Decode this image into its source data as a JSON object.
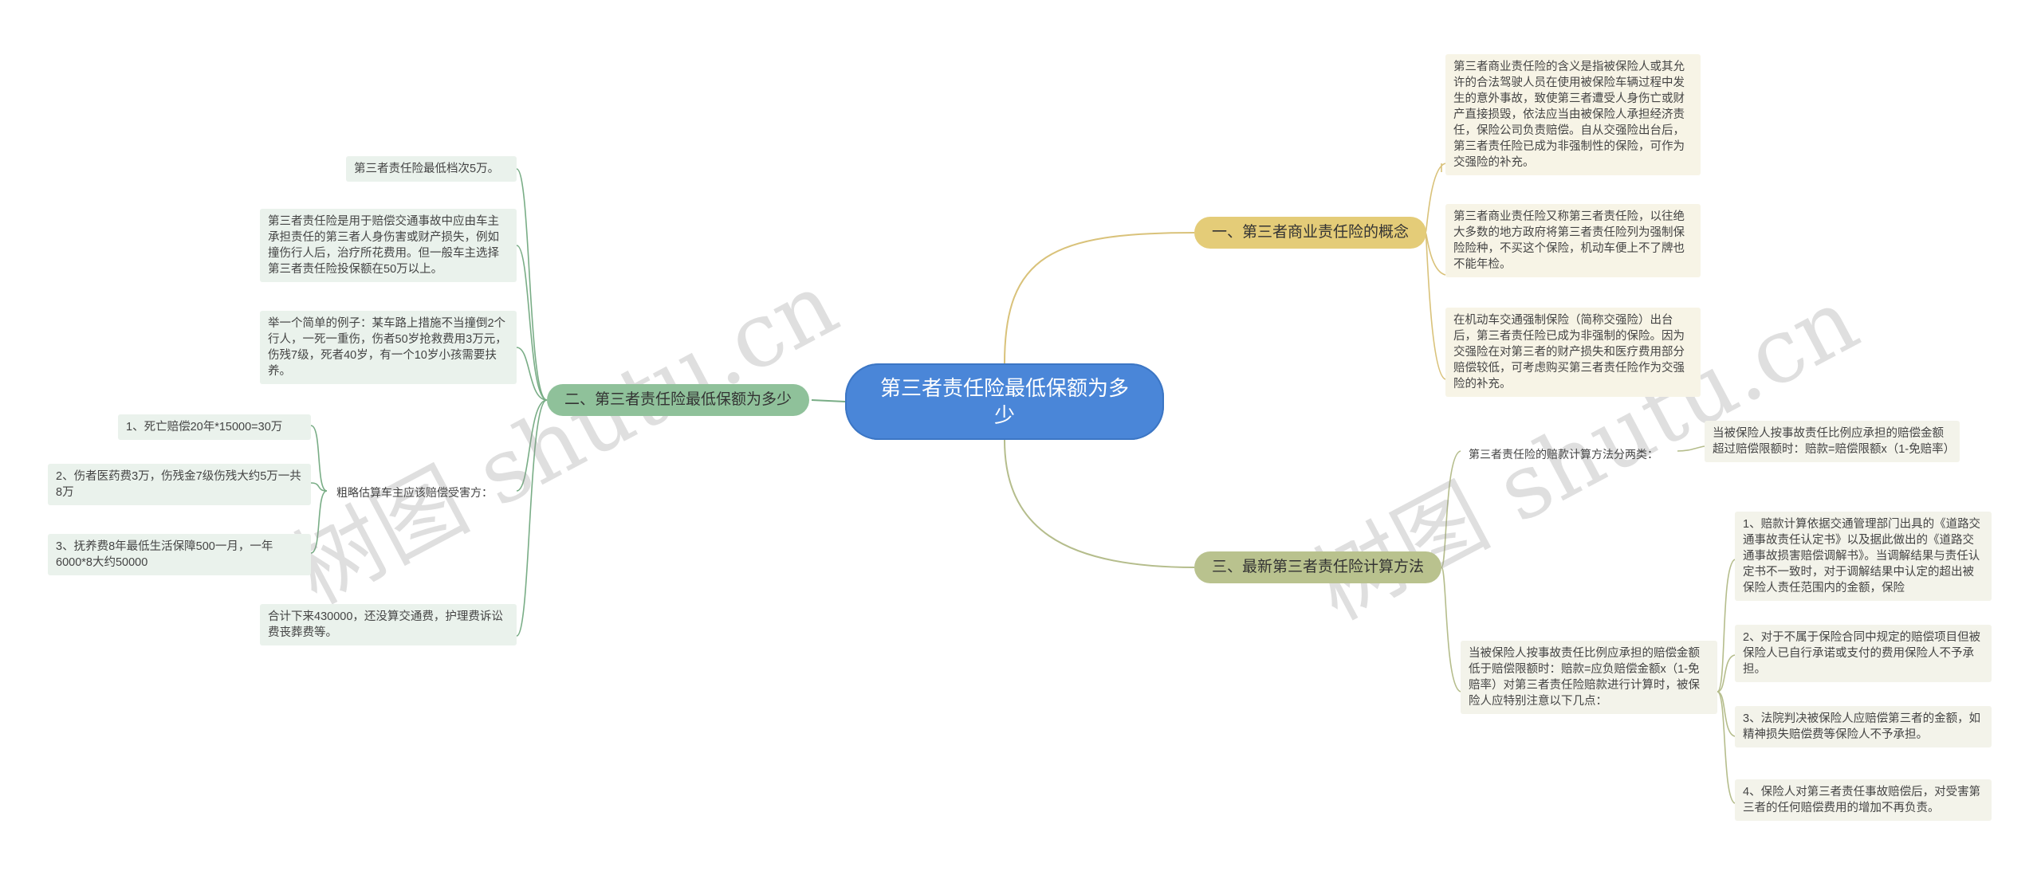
{
  "root": {
    "title": "第三者责任险最低保额为多少"
  },
  "branches": {
    "concept": {
      "label": "一、第三者商业责任险的概念",
      "items": [
        "第三者商业责任险的含义是指被保险人或其允许的合法驾驶人员在使用被保险车辆过程中发生的意外事故，致使第三者遭受人身伤亡或财产直接损毁，依法应当由被保险人承担经济责任，保险公司负责赔偿。自从交强险出台后，第三者责任险已成为非强制性的保险，可作为交强险的补充。",
        "第三者商业责任险又称第三者责任险，以往绝大多数的地方政府将第三者责任险列为强制保险险种，不买这个保险，机动车便上不了牌也不能年检。",
        "在机动车交通强制保险（简称交强险）出台后，第三者责任险已成为非强制的保险。因为交强险在对第三者的财产损失和医疗费用部分赔偿较低，可考虑购买第三者责任险作为交强险的补充。"
      ]
    },
    "minimum": {
      "label": "二、第三者责任险最低保额为多少",
      "items": [
        "第三者责任险最低档次5万。",
        "第三者责任险是用于赔偿交通事故中应由车主承担责任的第三者人身伤害或财产损失，例如撞伤行人后，治疗所花费用。但一般车主选择第三者责任险投保额在50万以上。",
        "举一个简单的例子：某车路上措施不当撞倒2个行人，一死一重伤，伤者50岁抢救费用3万元，伤残7级，死者40岁，有一个10岁小孩需要扶养。",
        "粗略估算车主应该赔偿受害方：",
        "合计下来430000，还没算交通费，护理费诉讼费丧葬费等。"
      ],
      "estimate": [
        "1、死亡赔偿20年*15000=30万",
        "2、伤者医药费3万，伤残金7级伤残大约5万一共8万",
        "3、抚养费8年最低生活保障500一月，一年6000*8大约50000"
      ]
    },
    "calc": {
      "label": "三、最新第三者责任险计算方法",
      "method_title": "第三者责任险的赔款计算方法分两类：",
      "method_a": "当被保险人按事故责任比例应承担的赔偿金额超过赔偿限额时：赔款=赔偿限额x（1-免赔率）",
      "method_b": "当被保险人按事故责任比例应承担的赔偿金额低于赔偿限额时：赔款=应负赔偿金额x（1-免赔率）对第三者责任险赔款进行计算时，被保险人应特别注意以下几点：",
      "notes": [
        "1、赔款计算依据交通管理部门出具的《道路交通事故责任认定书》以及据此做出的《道路交通事故损害赔偿调解书》。当调解结果与责任认定书不一致时，对于调解结果中认定的超出被保险人责任范围内的金额，保险",
        "2、对于不属于保险合同中规定的赔偿项目但被保险人已自行承诺或支付的费用保险人不予承担。",
        "3、法院判决被保险人应赔偿第三者的金额，如精神损失赔偿费等保险人不予承担。",
        "4、保险人对第三者责任事故赔偿后，对受害第三者的任何赔偿费用的增加不再负责。"
      ]
    }
  },
  "watermark": [
    "树图 shutu.cn",
    "树图 shutu.cn"
  ],
  "colors": {
    "root": "#4a86d8",
    "concept": "#e4cc78",
    "calc": "#b9c28e",
    "minimum": "#8fc19a",
    "edge_concept": "#d9c27a",
    "edge_calc": "#b5bd8c",
    "edge_minimum": "#79ad86"
  }
}
